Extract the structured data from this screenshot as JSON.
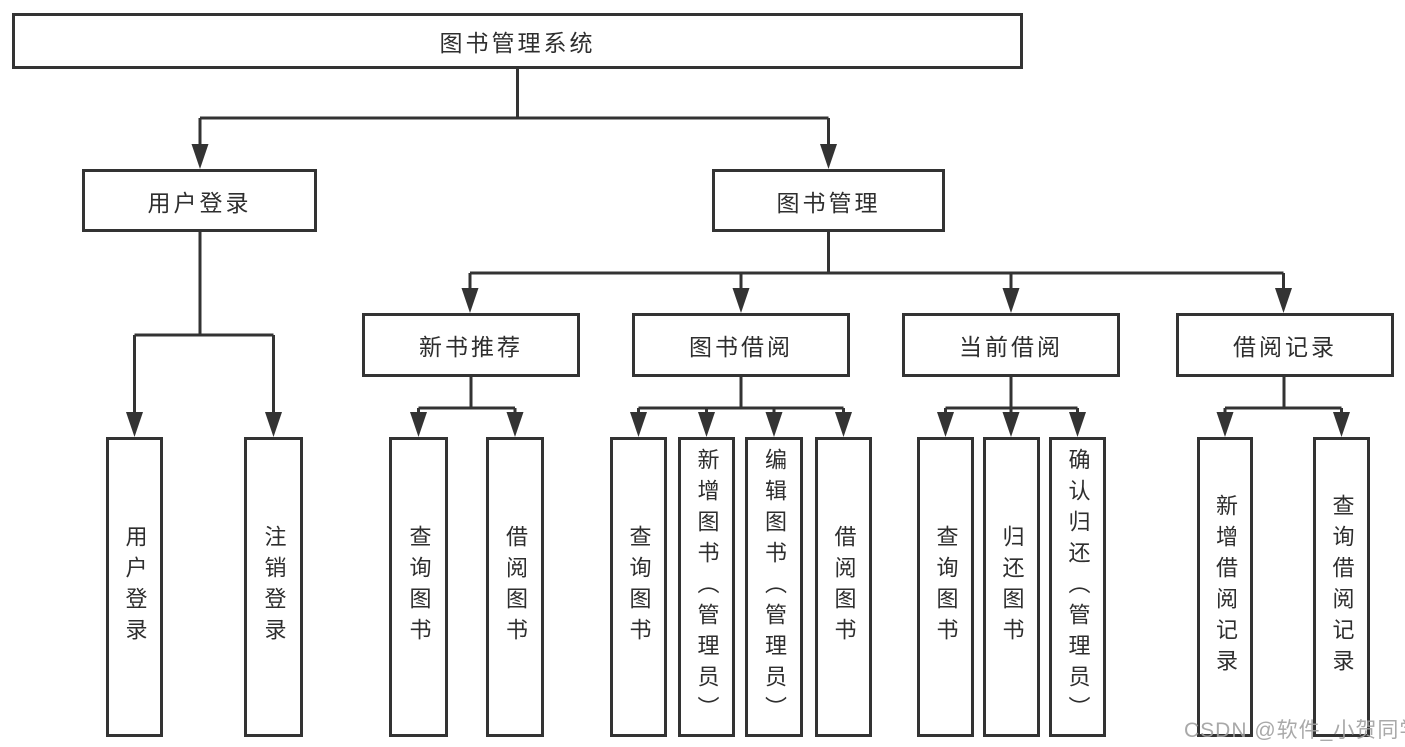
{
  "title": "图书管理系统",
  "branches": {
    "user": {
      "label": "用户登录",
      "leaves": [
        "用户登录",
        "注销登录"
      ]
    },
    "books": {
      "label": "图书管理",
      "sections": [
        {
          "label": "新书推荐",
          "leaves": [
            "查询图书",
            "借阅图书"
          ]
        },
        {
          "label": "图书借阅",
          "leaves": [
            "查询图书",
            "新增图书（管理员）",
            "编辑图书（管理员）",
            "借阅图书"
          ]
        },
        {
          "label": "当前借阅",
          "leaves": [
            "查询图书",
            "归还图书",
            "确认归还（管理员）"
          ]
        },
        {
          "label": "借阅记录",
          "leaves": [
            "新增借阅记录",
            "查询借阅记录"
          ]
        }
      ]
    }
  },
  "watermark": "CSDN @软件_小贺同学",
  "colors": {
    "line": "#333333",
    "text": "#2e2e2e",
    "watermark": "#a0a0a0",
    "background": "#ffffff"
  }
}
